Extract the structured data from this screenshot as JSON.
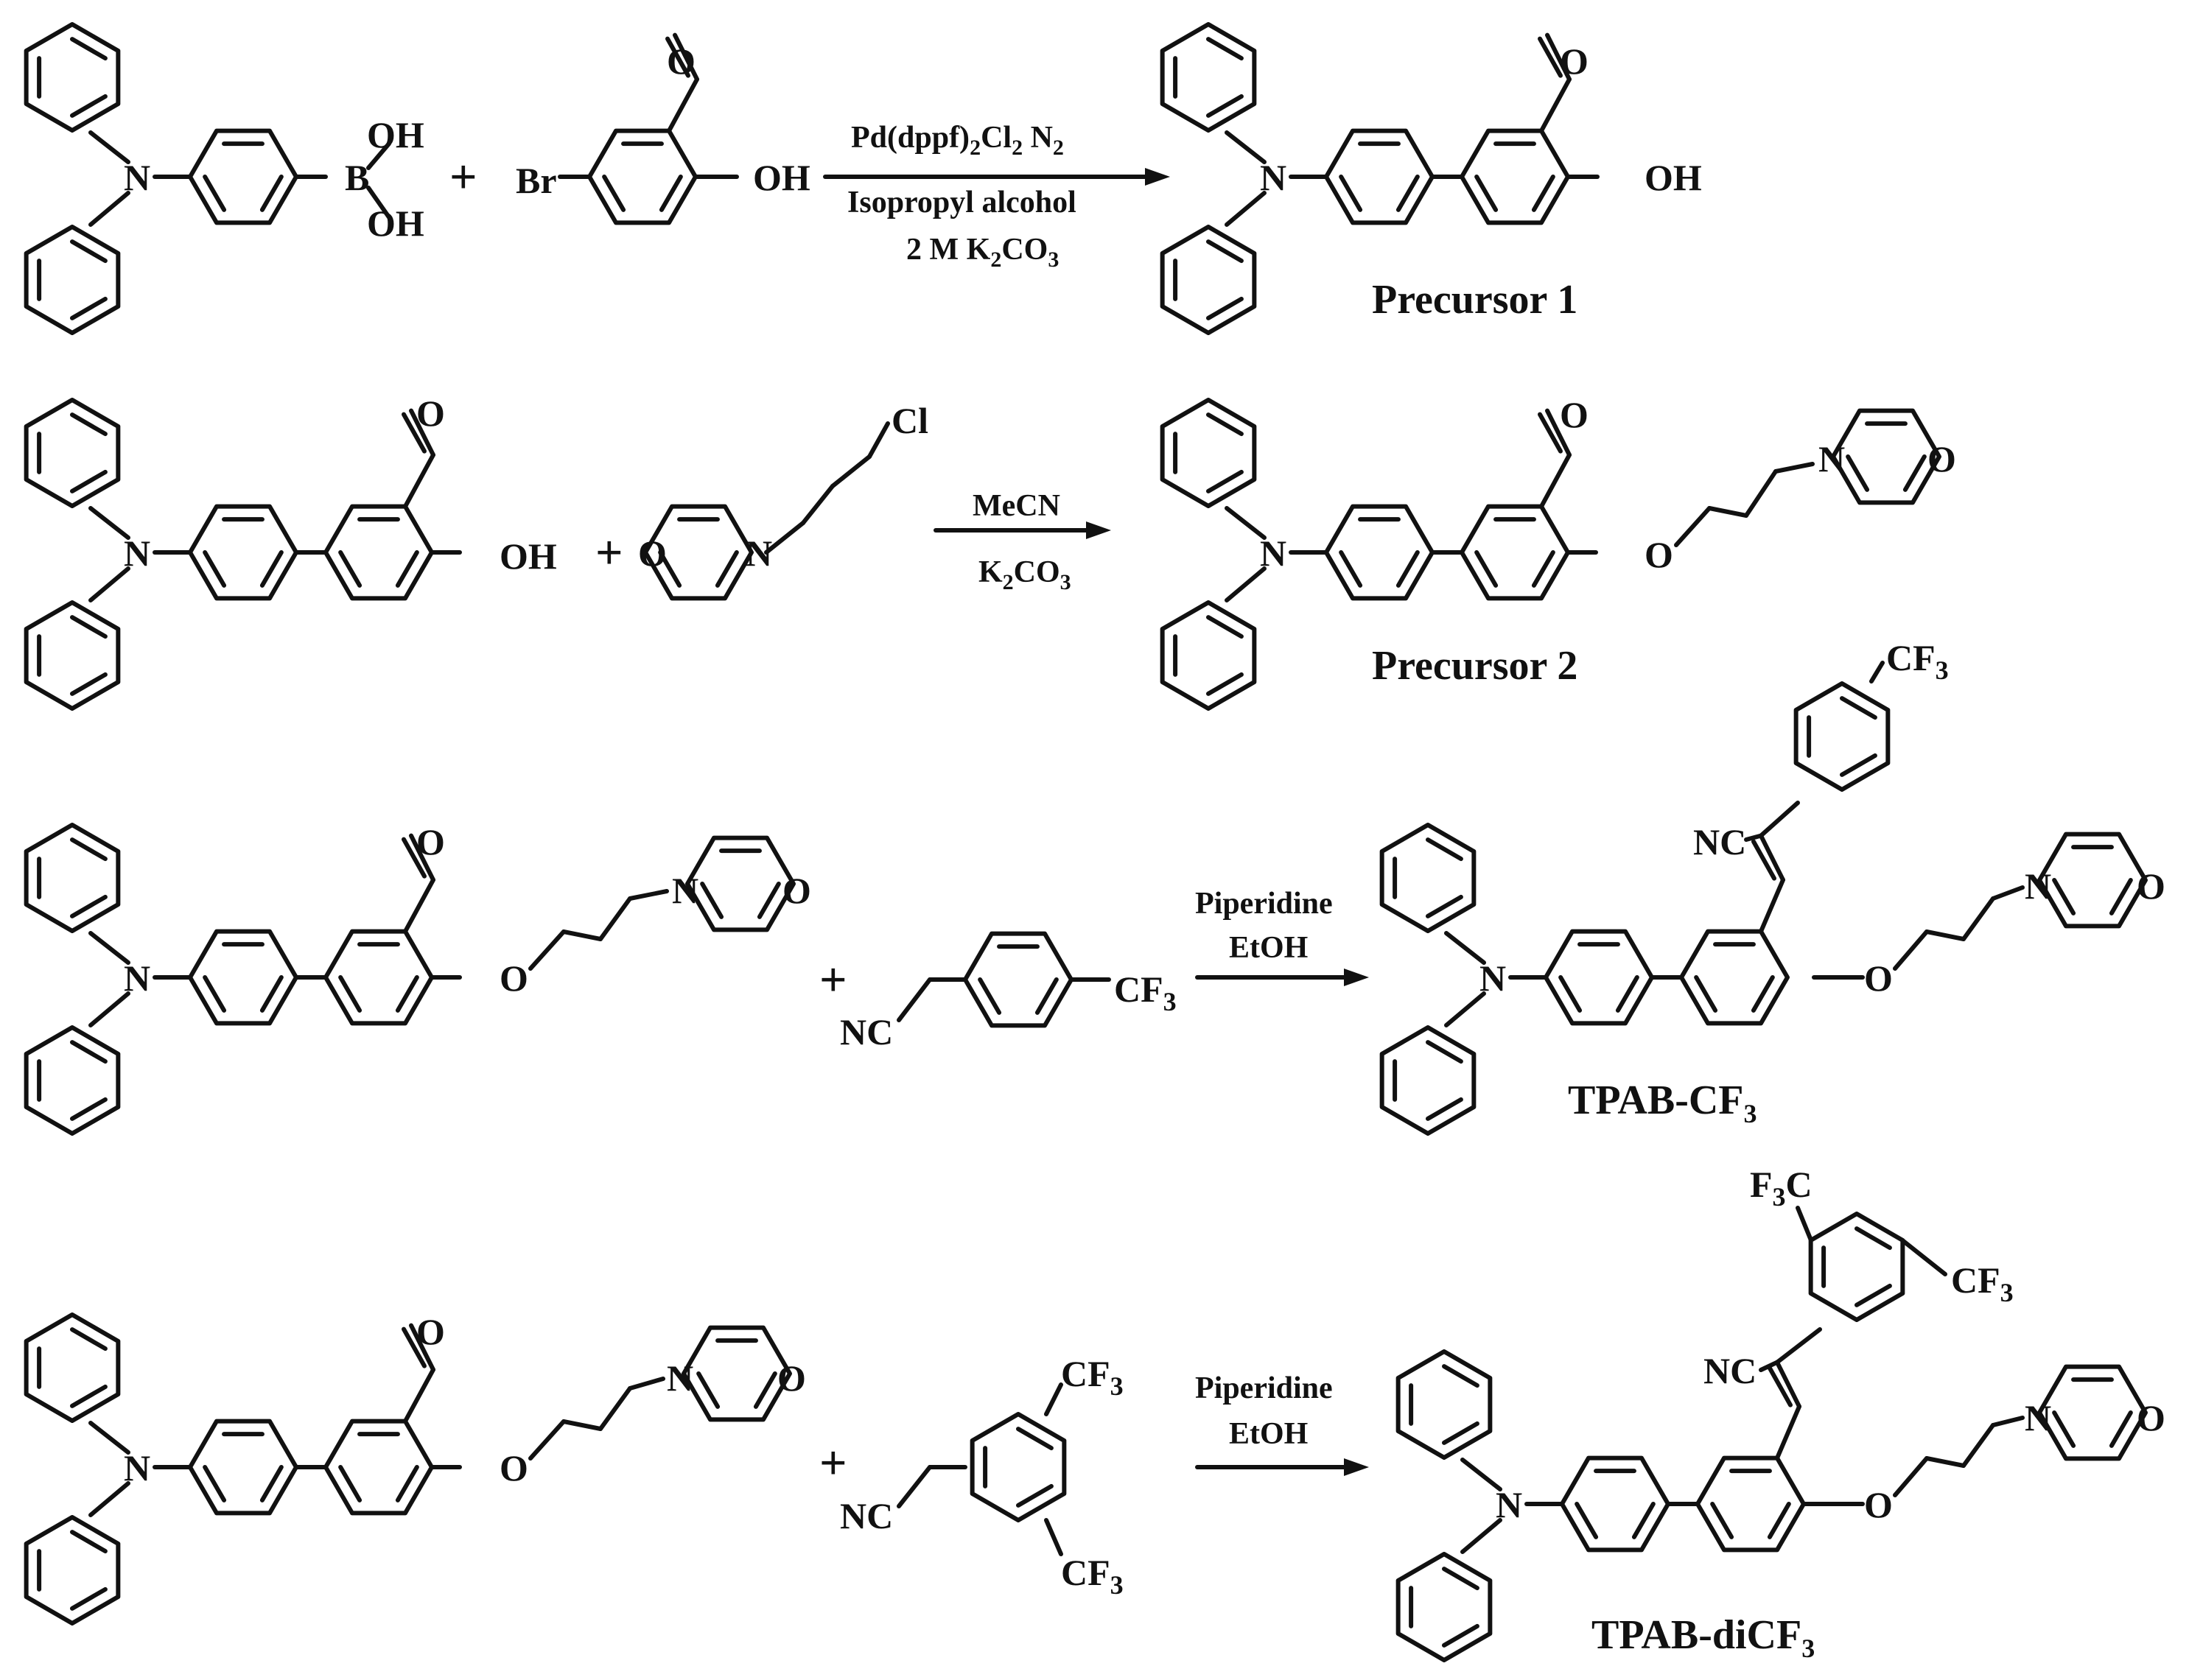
{
  "reactions": [
    {
      "reagent_atoms": {
        "boronic_oh_top": "OH",
        "boronic_oh_bottom": "OH",
        "boron": "B",
        "nitrogen": "N"
      },
      "partner_atoms": {
        "bromine": "Br",
        "hydroxyl": "OH",
        "carbonyl_o": "O"
      },
      "plus": "+",
      "conditions": [
        {
          "main": "Pd(dppf)",
          "sub1": "2",
          "mid": "Cl",
          "sub2": "2",
          "tail": " N",
          "sub3": "2"
        },
        {
          "main": "Isopropyl alcohol"
        },
        {
          "main": "2 M K",
          "sub1": "2",
          "mid": "CO",
          "sub2": "3"
        }
      ],
      "product_label": "Precursor 1"
    },
    {
      "reagent_atoms": {
        "hydroxyl": "OH",
        "carbonyl_o": "O",
        "nitrogen": "N"
      },
      "partner_atoms": {
        "chlorine": "Cl",
        "morph_o": "O",
        "morph_n": "N"
      },
      "plus": "+",
      "conditions": [
        {
          "main": "MeCN"
        },
        {
          "main": "K",
          "sub1": "2",
          "mid": "CO",
          "sub2": "3"
        }
      ],
      "product_label": "Precursor 2"
    },
    {
      "partner_atoms": {
        "nitrile": "NC",
        "cf3": "CF",
        "cf3_sub": "3"
      },
      "plus": "+",
      "conditions": [
        {
          "main": "Piperidine"
        },
        {
          "main": "EtOH"
        }
      ],
      "product_atoms": {
        "nitrile": "NC",
        "cf3": "CF",
        "cf3_sub": "3"
      },
      "product_label": {
        "main": "TPAB-CF",
        "sub": "3"
      }
    },
    {
      "partner_atoms": {
        "nitrile": "NC",
        "cf3": "CF",
        "cf3_sub": "3"
      },
      "plus": "+",
      "conditions": [
        {
          "main": "Piperidine"
        },
        {
          "main": "EtOH"
        }
      ],
      "product_atoms": {
        "nitrile": "NC",
        "f3c_main": "F",
        "f3c_sub": "3",
        "f3c_tail": "C",
        "cf3": "CF",
        "cf3_sub": "3"
      },
      "product_label": {
        "main": "TPAB-diCF",
        "sub": "3"
      }
    }
  ],
  "common_atoms": {
    "oxygen": "O",
    "nitrogen": "N"
  }
}
